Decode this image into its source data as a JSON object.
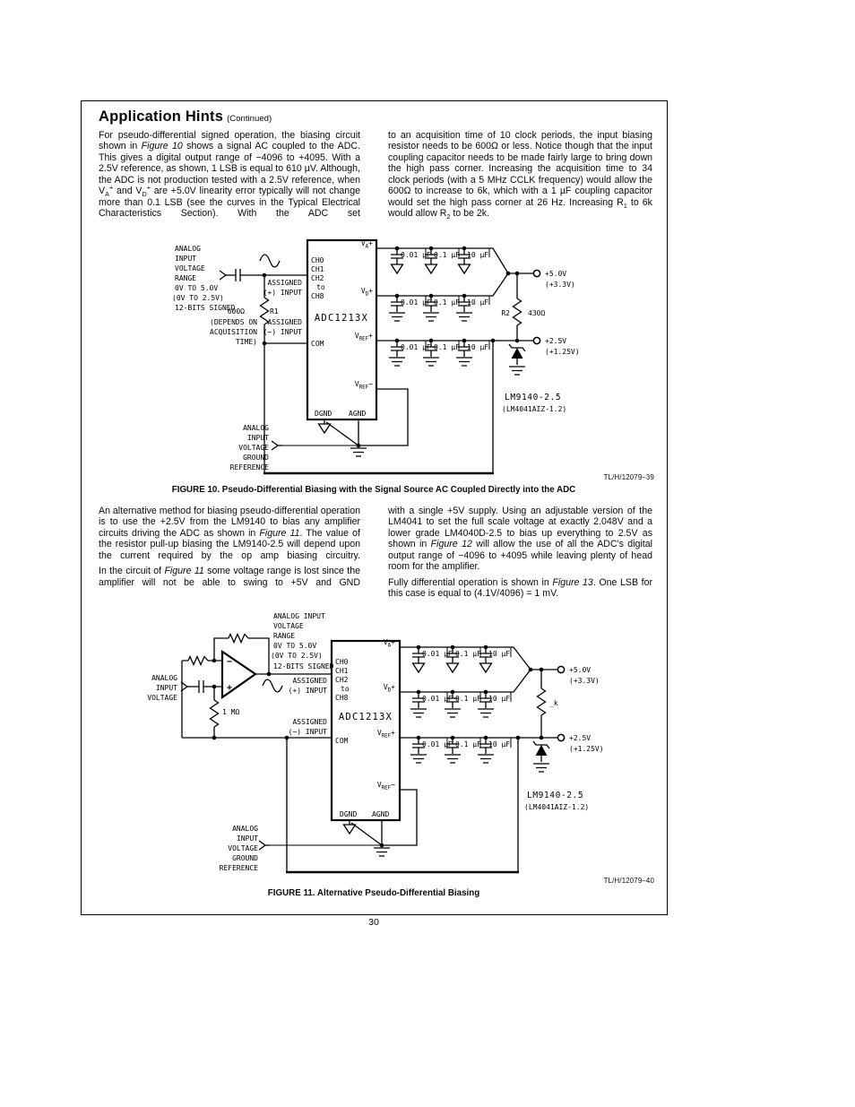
{
  "page": {
    "title": "Application Hints",
    "title_suffix": "(Continued)",
    "page_number": "30"
  },
  "intro": {
    "left": "For pseudo-differential signed operation, the biasing circuit shown in {i:Figure 10} shows a signal AC coupled to the ADC. This gives a digital output range of −4096 to +4095. With a 2.5V reference, as shown, 1 LSB is equal to 610 µV. Although, the ADC is not production tested with a 2.5V reference, when V{sub:A}{sup:+} and V{sub:D}{sup:+} are +5.0V linearity error typically will not change more than 0.1 LSB (see the curves in the Typical Electrical Characteristics Section). With the ADC set",
    "right": "to an acquisition time of 10 clock periods, the input biasing resistor needs to be 600Ω or less. Notice though that the input coupling capacitor needs to be made fairly large to bring down the high pass corner. Increasing the acquisition time to 34 clock periods (with a 5 MHz CCLK frequency) would allow the 600Ω to increase to 6k, which with a 1 µF coupling capacitor would set the high pass corner at 26 Hz. Increasing R{sub:1} to 6k would allow R{sub:2} to be 2k."
  },
  "mid": {
    "left1": "An alternative method for biasing pseudo-differential operation is to use the +2.5V from the LM9140 to bias any amplifier circuits driving the ADC as shown in {i:Figure 11}. The value of the resistor pull-up biasing the LM9140-2.5 will depend upon the current required by the op amp biasing circuitry.",
    "left2": "In the circuit of {i:Figure 11} some voltage range is lost since the amplifier will not be able to swing to +5V and GND",
    "right1": "with a single +5V supply. Using an adjustable version of the LM4041 to set the full scale voltage at exactly 2.048V and a lower grade LM4040D-2.5 to bias up everything to 2.5V as shown in {i:Figure 12} will allow the use of all the ADC's digital output range of −4096 to +4095 while leaving plenty of head room for the amplifier.",
    "right2": "Fully differential operation is shown in {i:Figure 13}. One LSB for this case is equal to (4.1V/4096) = 1 mV."
  },
  "fig10": {
    "caption": "FIGURE 10. Pseudo-Differential Biasing with the Signal Source AC Coupled Directly into the ADC",
    "ref": "TL/H/12079–39",
    "chip": "ADC1213X",
    "pins": {
      "ch0": "CH0",
      "ch1": "CH1",
      "ch2": "CH2",
      "to": "to",
      "ch8": "CH8",
      "com": "COM",
      "dgnd": "DGND",
      "agnd": "AGND"
    },
    "pin_va": {
      "m": "V",
      "s": "A",
      "p": "+"
    },
    "pin_vd": {
      "m": "V",
      "s": "D",
      "p": "+"
    },
    "pin_vrefp": {
      "m": "V",
      "s": "REF",
      "p": "+"
    },
    "pin_vrefm": {
      "m": "V",
      "s": "REF",
      "p": "−"
    },
    "input_range": [
      "ANALOG",
      "INPUT",
      "VOLTAGE",
      "RANGE",
      "0V TO 5.0V",
      "(0V TO 2.5V)",
      "12-BITS SIGNED"
    ],
    "assigned_plus": [
      "ASSIGNED",
      "(+) INPUT"
    ],
    "assigned_minus": [
      "ASSIGNED",
      "(−) INPUT"
    ],
    "r1_value": "600Ω",
    "r1_name": "R1",
    "r1_note": [
      "(DEPENDS ON",
      "ACQUISITION",
      "TIME)"
    ],
    "cap_values": [
      "0.01 µF",
      "0.1 µF",
      "10 µF"
    ],
    "supply_5v": [
      "+5.0V",
      "(+3.3V)"
    ],
    "supply_25v": [
      "+2.5V",
      "(+1.25V)"
    ],
    "r2_name": "R2",
    "r2_value": "430Ω",
    "vref_part": [
      "LM9140-2.5",
      "(LM4041AIZ-1.2)"
    ],
    "gnd_ref": [
      "ANALOG",
      "INPUT",
      "VOLTAGE",
      "GROUND",
      "REFERENCE"
    ]
  },
  "fig11": {
    "caption": "FIGURE 11. Alternative Pseudo-Differential Biasing",
    "ref": "TL/H/12079–40",
    "chip": "ADC1213X",
    "pins": {
      "ch0": "CH0",
      "ch1": "CH1",
      "ch2": "CH2",
      "to": "to",
      "ch8": "CH8",
      "com": "COM",
      "dgnd": "DGND",
      "agnd": "AGND"
    },
    "pin_va": {
      "m": "V",
      "s": "A",
      "p": "+"
    },
    "pin_vd": {
      "m": "V",
      "s": "D",
      "p": "+"
    },
    "pin_vrefp": {
      "m": "V",
      "s": "REF",
      "p": "+"
    },
    "pin_vrefm": {
      "m": "V",
      "s": "REF",
      "p": "−"
    },
    "opamp": {
      "minus": "−",
      "plus": "+"
    },
    "analog_input": [
      "ANALOG",
      "INPUT",
      "VOLTAGE"
    ],
    "r_1m": "1 MΩ",
    "input_range": [
      "ANALOG INPUT",
      "VOLTAGE",
      "RANGE",
      "0V TO 5.0V",
      "(0V TO 2.5V)"
    ],
    "bits": "12-BITS SIGNED",
    "assigned_plus": [
      "ASSIGNED",
      "(+) INPUT"
    ],
    "assigned_minus": [
      "ASSIGNED",
      "(−) INPUT"
    ],
    "cap_values": [
      "0.01 µF",
      "0.1 µF",
      "10 µF"
    ],
    "supply_5v": [
      "+5.0V",
      "(+3.3V)"
    ],
    "supply_25v": [
      "+2.5V",
      "(+1.25V)"
    ],
    "r_pullup": "_k",
    "vref_part": [
      "LM9140-2.5",
      "(LM4041AIZ-1.2)"
    ],
    "gnd_ref": [
      "ANALOG",
      "INPUT",
      "VOLTAGE",
      "GROUND",
      "REFERENCE"
    ]
  }
}
